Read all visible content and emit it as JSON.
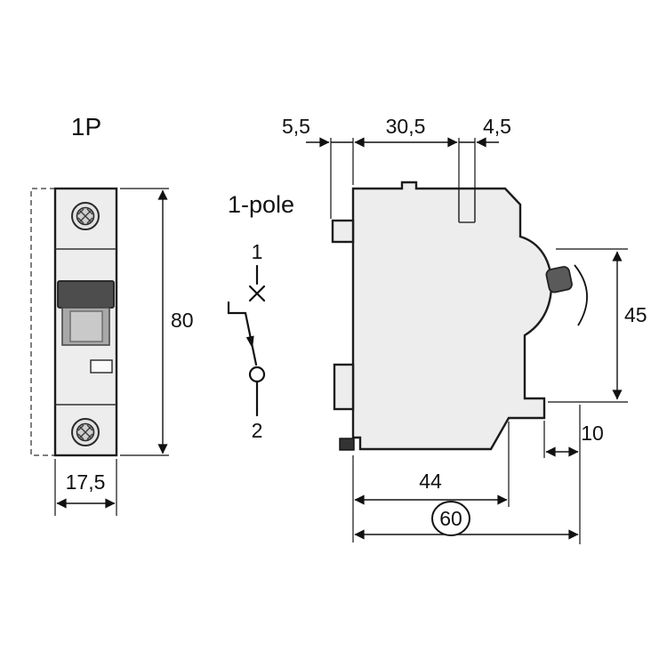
{
  "drawing": {
    "type": "technical-dimension-drawing",
    "subject": "1-pole miniature circuit breaker",
    "colors": {
      "line": "#1a1a1a",
      "body_fill": "#ededed",
      "dark_fill": "#4f4f4f",
      "background": "#ffffff"
    },
    "front_view": {
      "label": "1P",
      "height_dim": "80",
      "width_dim": "17,5"
    },
    "symbol": {
      "title": "1-pole",
      "terminal_top": "1",
      "terminal_bottom": "2"
    },
    "side_view": {
      "dims": {
        "rail_offset": "5,5",
        "top_width": "30,5",
        "top_step": "4,5",
        "front_height": "45",
        "bottom_step": "10",
        "body_depth": "44",
        "total_depth": "60"
      }
    }
  }
}
